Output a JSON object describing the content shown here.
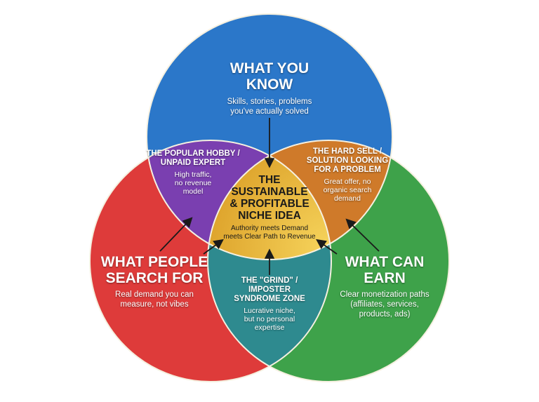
{
  "colors": {
    "blue": "#2b77c9",
    "red": "#de3b3a",
    "green": "#3ea24a",
    "purple": "#7a3fb0",
    "orange": "#cf7a2a",
    "teal": "#2e8a8f",
    "yellow": "#e9b93a"
  },
  "circles": {
    "know": {
      "title": "WHAT YOU KNOW",
      "title_l1": "WHAT YOU",
      "title_l2": "KNOW",
      "desc_l1": "Skills, stories, problems",
      "desc_l2": "you've actually solved"
    },
    "search": {
      "title_l1": "WHAT PEOPLE",
      "title_l2": "SEARCH FOR",
      "desc_l1": "Real demand you can",
      "desc_l2": "measure, not vibes"
    },
    "earn": {
      "title_l1": "WHAT CAN",
      "title_l2": "EARN",
      "desc_l1": "Clear monetization paths",
      "desc_l2": "(affiliates, services,",
      "desc_l3": "products, ads)"
    }
  },
  "overlaps": {
    "hobby": {
      "title_l1": "THE POPULAR HOBBY /",
      "title_l2": "UNPAID EXPERT",
      "desc_l1": "High traffic,",
      "desc_l2": "no revenue",
      "desc_l3": "model"
    },
    "hardsell": {
      "title_l1": "THE HARD SELL /",
      "title_l2": "SOLUTION LOOKING",
      "title_l3": "FOR A PROBLEM",
      "desc_l1": "Great offer, no",
      "desc_l2": "organic search",
      "desc_l3": "demand"
    },
    "grind": {
      "title_l1": "THE \"GRIND\" /",
      "title_l2": "IMPOSTER",
      "title_l3": "SYNDROME ZONE",
      "desc_l1": "Lucrative niche,",
      "desc_l2": "but no personal",
      "desc_l3": "expertise"
    },
    "center": {
      "title_l1": "THE",
      "title_l2": "SUSTAINABLE",
      "title_l3": "& PROFITABLE",
      "title_l4": "NICHE IDEA",
      "desc_l1": "Authority meets Demand",
      "desc_l2": "meets Clear Path to Revenue"
    }
  }
}
